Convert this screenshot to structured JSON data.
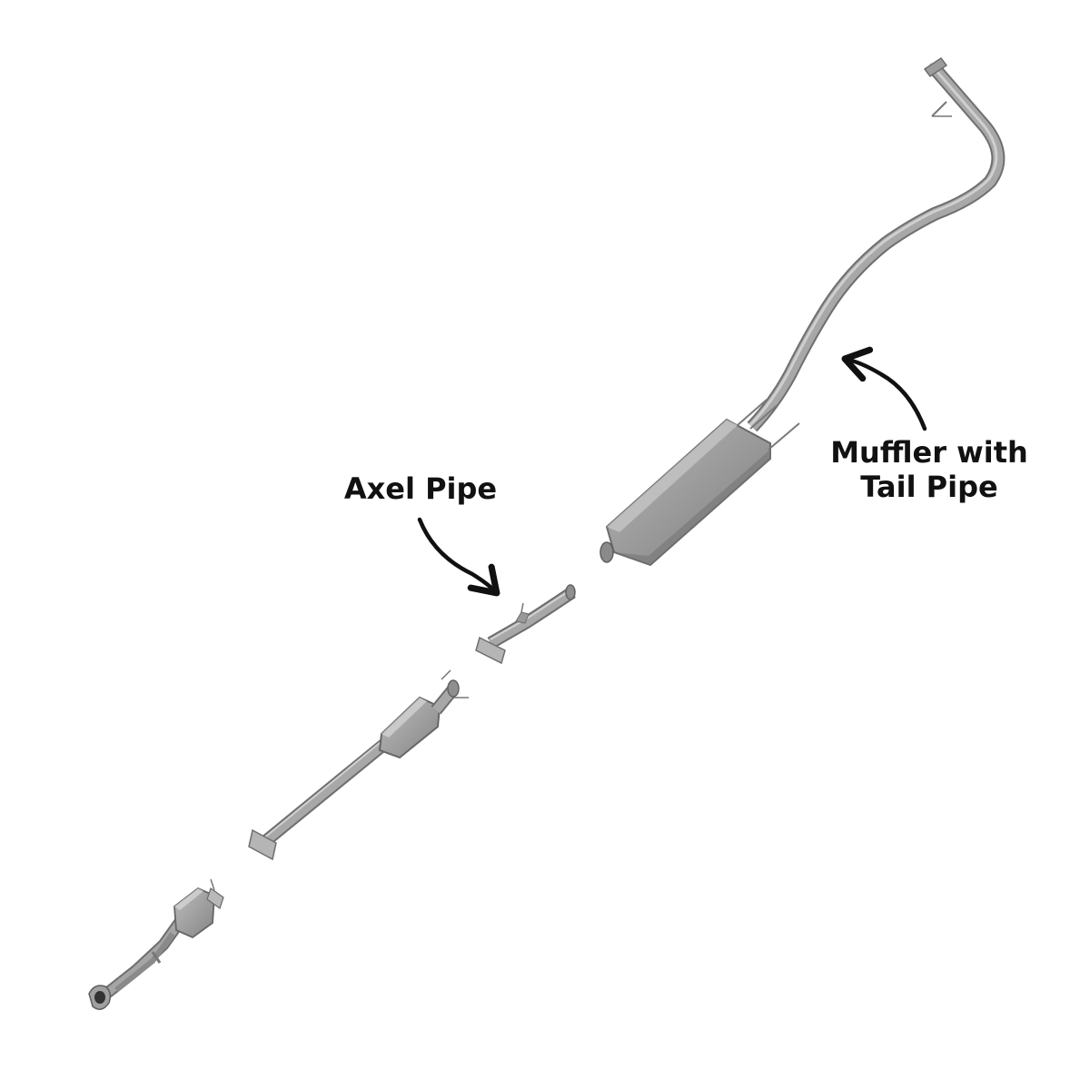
{
  "labels": {
    "axel_pipe": "Axel Pipe",
    "muffler_line1": "Muffler with",
    "muffler_line2": "Tail Pipe"
  },
  "colors": {
    "background": "#ffffff",
    "pipe": "#9a9a9a",
    "pipe_shadow": "#6e6e6e",
    "pipe_highlight": "#c9c9c9",
    "arrow": "#111111",
    "text": "#111111"
  },
  "parts": [
    {
      "name": "front-pipe"
    },
    {
      "name": "catalytic-converter-pipe"
    },
    {
      "name": "axel-pipe"
    },
    {
      "name": "muffler-with-tail-pipe"
    }
  ]
}
